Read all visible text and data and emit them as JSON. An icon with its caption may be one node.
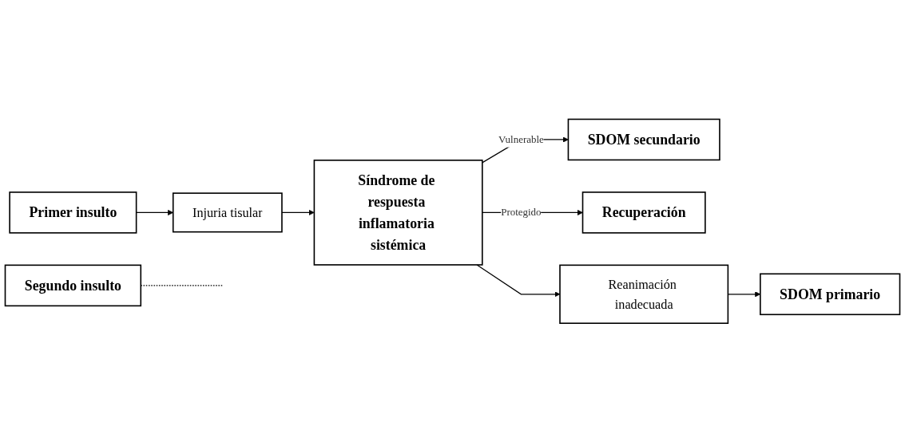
{
  "diagram": {
    "nodes": [
      {
        "text": [
          "Primer insulto"
        ]
      },
      {
        "text": [
          "Injuria tisular"
        ]
      },
      {
        "text": [
          "Síndrome de respuesta inflamatoria sistémica"
        ]
      },
      {
        "text": [
          "Segundo insulto"
        ]
      },
      {
        "text": [
          "SDOM secundario"
        ]
      },
      {
        "text": [
          "Recuperación"
        ]
      },
      {
        "text": [
          "Reanimación inadecuada"
        ]
      },
      {
        "text": [
          "SDOM primario"
        ]
      }
    ],
    "edges": [
      {
        "from": 0,
        "to": 1,
        "arrow": "to"
      },
      {
        "from": 1,
        "to": 2,
        "arrow": "to"
      },
      {
        "from": 2,
        "to": 4,
        "label": "Vulnerable",
        "arrow": "to"
      },
      {
        "from": 2,
        "to": 5,
        "label": "Protegido",
        "arrow": "to"
      },
      {
        "from": 2,
        "to": 6,
        "arrow": "to"
      },
      {
        "from": 6,
        "to": 7,
        "arrow": "to"
      },
      {
        "from": 3,
        "to": null,
        "arrow": "none",
        "style": "dashed"
      }
    ]
  }
}
